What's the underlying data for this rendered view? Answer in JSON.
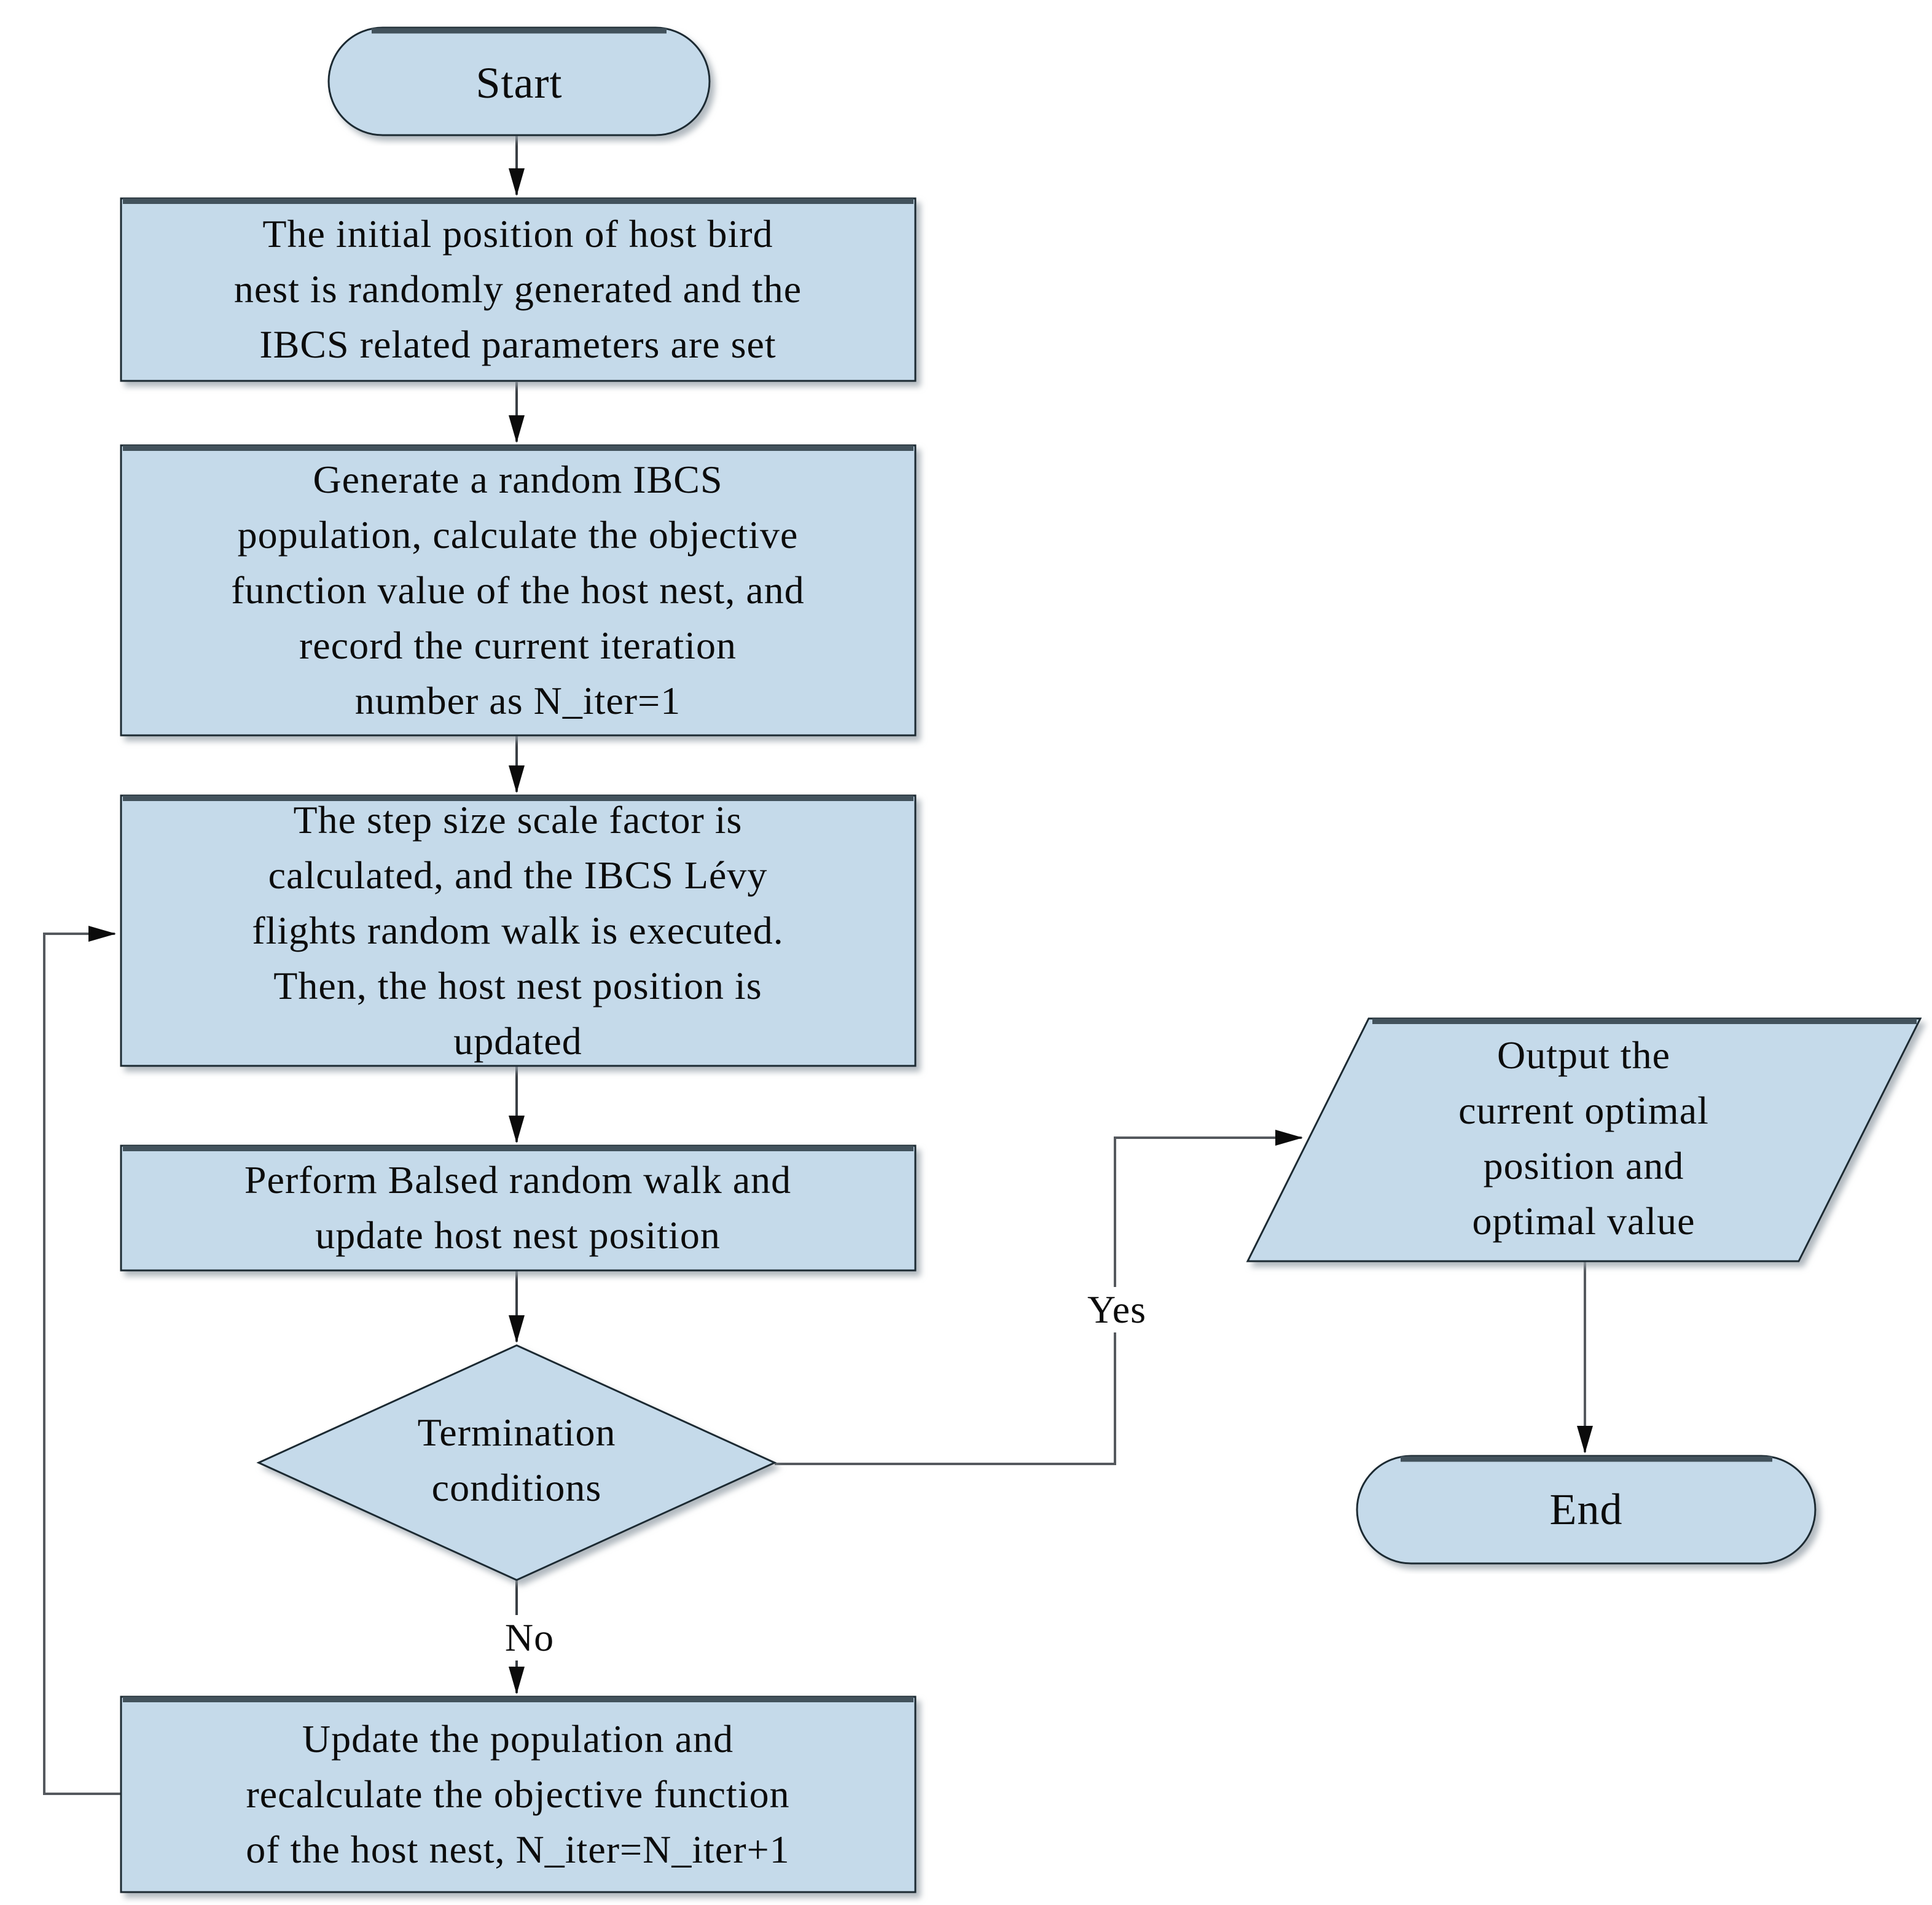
{
  "diagram": {
    "colors": {
      "node_fill": "#c5daea",
      "node_border": "#1d2a33",
      "node_top_band": "#42525c",
      "connector": "#3a3f44",
      "text": "#0c0c0c",
      "edge_label_background": "#ffffff"
    },
    "nodes": {
      "start": {
        "label": "Start"
      },
      "init": {
        "label": "The initial position of host bird\nnest is randomly generated and the\nIBCS related parameters are set"
      },
      "generate": {
        "label": "Generate a random IBCS\npopulation, calculate the objective\nfunction value of the host nest, and\nrecord the current iteration\nnumber as N_iter=1"
      },
      "levy": {
        "label": "The step size scale factor is\ncalculated, and the IBCS Lévy\nflights random walk is executed.\nThen, the host nest position is\nupdated"
      },
      "balsed": {
        "label": "Perform Balsed random walk and\nupdate host nest position"
      },
      "termination": {
        "label": "Termination\nconditions"
      },
      "update": {
        "label": "Update the population and\nrecalculate the objective function\nof the host nest, N_iter=N_iter+1"
      },
      "output": {
        "label": "Output the\ncurrent optimal\nposition and\noptimal value"
      },
      "end": {
        "label": "End"
      }
    },
    "edge_labels": {
      "yes": "Yes",
      "no": "No"
    }
  }
}
